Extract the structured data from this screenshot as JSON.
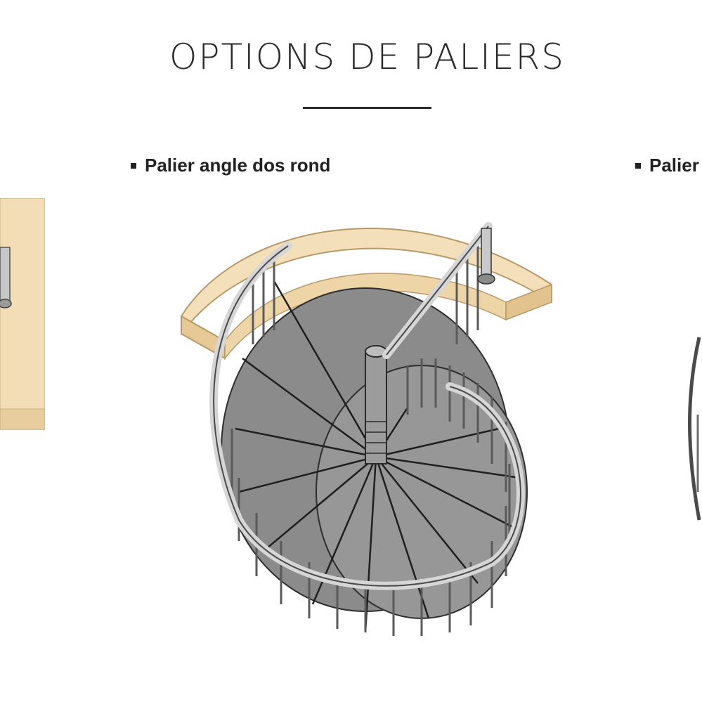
{
  "page": {
    "title": "OPTIONS DE PALIERS"
  },
  "options": [
    {
      "label": "Palier angle dos rond",
      "illustration": "spiral-staircase-round-back-landing"
    },
    {
      "label": "Palier",
      "illustration": "spiral-staircase-partial"
    }
  ],
  "colors": {
    "wood": "#f2ddb6",
    "wood_edge": "#e6c99a",
    "steel": "#8c8c8c",
    "steel_dark": "#6e6e6e",
    "rail": "#d4d4d4"
  }
}
